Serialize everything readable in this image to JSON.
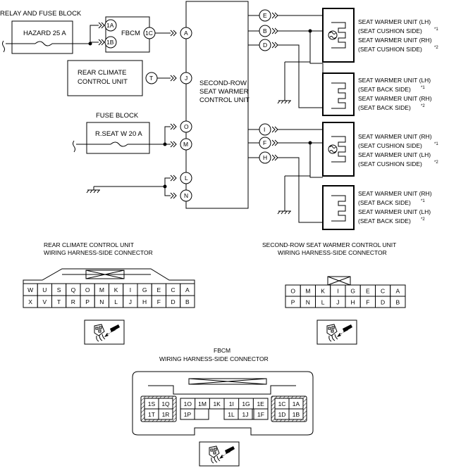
{
  "labels": {
    "relay_fuse_block": "RELAY AND FUSE BLOCK",
    "hazard": "HAZARD 25 A",
    "fbcm": "FBCM",
    "rear_climate_1": "REAR CLIMATE",
    "rear_climate_2": "CONTROL UNIT",
    "fuse_block": "FUSE BLOCK",
    "rseat": "R.SEAT W 20 A",
    "ctrl_1": "SECOND-ROW",
    "ctrl_2": "SEAT WARMER",
    "ctrl_3": "CONTROL UNIT"
  },
  "pins_left": {
    "a": "A",
    "j": "J",
    "o": "O",
    "m": "M",
    "l": "L",
    "n": "N",
    "t": "T",
    "c1": "1C",
    "a1": "1A",
    "b1": "1B"
  },
  "pins_right": {
    "e": "E",
    "b": "B",
    "d": "D",
    "i": "I",
    "f": "F",
    "h": "H"
  },
  "seat_units": [
    {
      "l1": "SEAT WARMER UNIT (LH)",
      "l2": "(SEAT CUSHION SIDE)",
      "s2": "*1",
      "l3": "SEAT WARMER UNIT (RH)",
      "l4": "(SEAT CUSHION SIDE)",
      "s4": "*2"
    },
    {
      "l1": "SEAT WARMER UNIT (LH)",
      "l2": "(SEAT BACK SIDE)",
      "s2": "*1",
      "l3": "SEAT WARMER UNIT (RH)",
      "l4": "(SEAT BACK SIDE)",
      "s4": "*2"
    },
    {
      "l1": "SEAT WARMER UNIT (RH)",
      "l2": "(SEAT CUSHION SIDE)",
      "s2": "*1",
      "l3": "SEAT WARMER UNIT (LH)",
      "l4": "(SEAT CUSHION SIDE)",
      "s4": "*2"
    },
    {
      "l1": "SEAT WARMER UNIT (RH)",
      "l2": "(SEAT BACK SIDE)",
      "s2": "*1",
      "l3": "SEAT WARMER UNIT (LH)",
      "l4": "(SEAT BACK SIDE)",
      "s4": "*2"
    }
  ],
  "connectors": {
    "rear": {
      "title1": "REAR CLIMATE CONTROL UNIT",
      "title2": "WIRING HARNESS-SIDE CONNECTOR",
      "top": [
        "W",
        "U",
        "S",
        "Q",
        "O",
        "M",
        "K",
        "I",
        "G",
        "E",
        "C",
        "A"
      ],
      "bottom": [
        "X",
        "V",
        "T",
        "R",
        "P",
        "N",
        "L",
        "J",
        "H",
        "F",
        "D",
        "B"
      ]
    },
    "second": {
      "title1": "SECOND-ROW SEAT WARMER CONTROL UNIT",
      "title2": "WIRING HARNESS-SIDE CONNECTOR",
      "top": [
        "O",
        "M",
        "K",
        "I",
        "G",
        "E",
        "C",
        "A"
      ],
      "bottom": [
        "P",
        "N",
        "L",
        "J",
        "H",
        "F",
        "D",
        "B"
      ]
    },
    "fbcm": {
      "title1": "FBCM",
      "title2": "WIRING HARNESS-SIDE CONNECTOR",
      "left_top": [
        "1S",
        "1Q"
      ],
      "left_bottom": [
        "1T",
        "1R"
      ],
      "mid_top": [
        "1O",
        "1M",
        "1K",
        "1I",
        "1G",
        "1E"
      ],
      "mid_bottom": [
        "1P",
        "1L",
        "1J",
        "1F"
      ],
      "right_top": [
        "1C",
        "1A"
      ],
      "right_bottom": [
        "1D",
        "1B"
      ]
    }
  }
}
